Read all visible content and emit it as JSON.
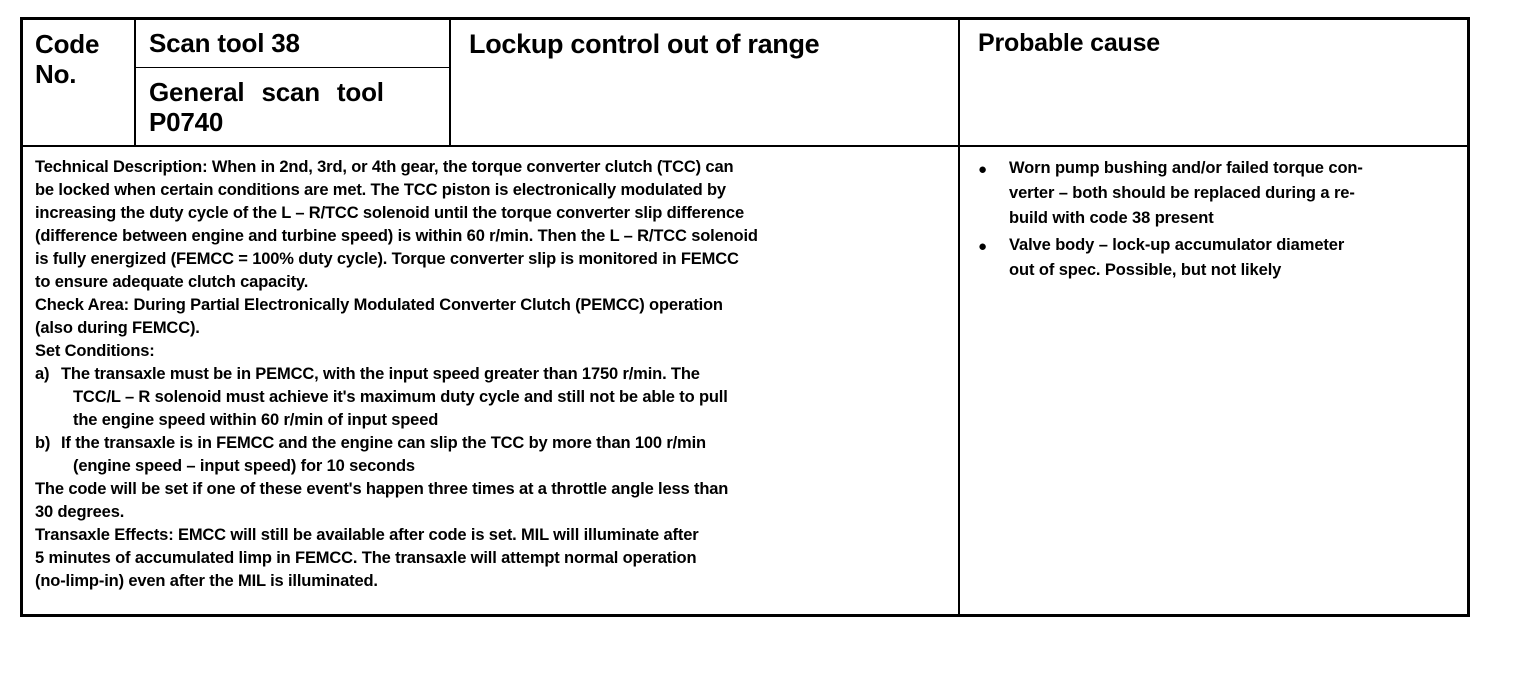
{
  "table": {
    "header": {
      "code_no_label": "Code No.",
      "code_no_line1": "Code",
      "code_no_line2": "No.",
      "scan_tool_label": "Scan tool 38",
      "general_scan_tool_label": "General scan tool",
      "general_scan_tool_code": "P0740",
      "fault_title": "Lockup control out of range",
      "probable_cause_title": "Probable cause"
    },
    "description": {
      "lines": [
        "Technical Description: When in 2nd, 3rd, or 4th gear, the torque converter clutch (TCC) can",
        "be locked when certain conditions are met.  The TCC piston is electronically modulated by",
        "increasing the duty cycle of the L – R/TCC solenoid until the torque converter slip difference",
        "(difference between engine and turbine speed) is within 60 r/min. Then the L – R/TCC solenoid",
        "is fully energized (FEMCC = 100% duty cycle).  Torque converter slip is monitored in FEMCC",
        "to ensure adequate clutch capacity.",
        "Check Area: During Partial Electronically Modulated Converter Clutch (PEMCC) operation",
        "(also during FEMCC).",
        "Set Conditions:"
      ],
      "conditions": [
        {
          "marker": "a)",
          "lines": [
            "The transaxle must be in PEMCC, with the input speed greater than 1750 r/min.  The",
            "TCC/L – R solenoid must achieve it's maximum duty cycle and still not be able to pull",
            "the engine speed within 60 r/min of input speed"
          ]
        },
        {
          "marker": "b)",
          "lines": [
            "If the transaxle is in FEMCC and the engine can slip the TCC by more than 100 r/min",
            "(engine speed – input speed) for 10 seconds"
          ]
        }
      ],
      "closing_lines": [
        "The code will be set if one of these event's happen three times at a throttle angle less than",
        "30 degrees.",
        "Transaxle Effects: EMCC will still be available after code is set.  MIL will illuminate after",
        "5 minutes of accumulated limp in FEMCC.  The transaxle will attempt normal operation",
        "(no-limp-in) even after the MIL is illuminated."
      ]
    },
    "probable_causes": [
      {
        "bullet": "bullet-dot",
        "lines": [
          "Worn pump bushing and/or failed torque con-",
          "verter – both should be replaced during a re-",
          "build with code 38 present"
        ]
      },
      {
        "bullet": "bullet-dot",
        "lines": [
          "Valve body – lock-up accumulator diameter",
          "out of spec.  Possible, but not likely"
        ]
      }
    ]
  },
  "colors": {
    "ink": "#000000",
    "paper": "#ffffff"
  }
}
